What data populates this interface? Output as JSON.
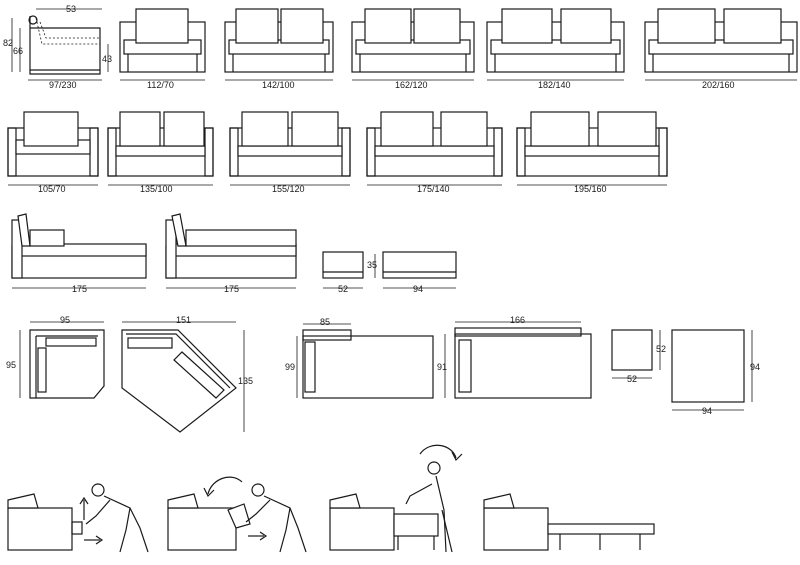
{
  "row1": {
    "side": {
      "top": "53",
      "height": "82",
      "seat": "66",
      "arm": "43",
      "bottom": "97/230"
    },
    "labels": [
      "112/70",
      "142/100",
      "162/120",
      "182/140",
      "202/160"
    ]
  },
  "row2": {
    "labels": [
      "105/70",
      "135/100",
      "155/120",
      "175/140",
      "195/160"
    ]
  },
  "row3": {
    "daybed1": "175",
    "daybed2": "175",
    "pouf_small": "52",
    "pouf_large": "94",
    "pouf_height": "35"
  },
  "row4": {
    "corner_w": "95",
    "corner_h": "95",
    "diag_w": "151",
    "diag_h": "135",
    "bed1_w": "85",
    "bed1_h": "99",
    "bed2_w": "166",
    "bed2_h": "91",
    "sq_small_w": "52",
    "sq_small_h": "52",
    "sq_large_w": "94",
    "sq_large_h": "94"
  }
}
